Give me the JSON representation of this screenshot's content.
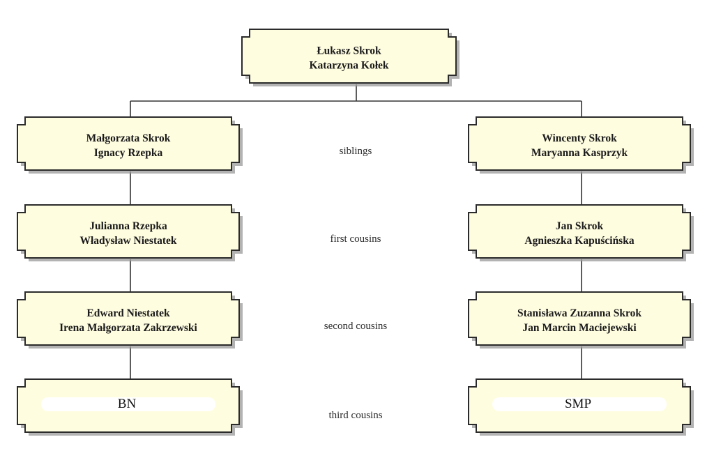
{
  "title": "Family relationship tree",
  "colors": {
    "box_fill": "#fffde0",
    "box_border": "#2b2b2b",
    "shadow": "#9a9a9a",
    "connector": "#333333"
  },
  "root": {
    "line1": "Łukasz Skrok",
    "line2": "Katarzyna Kołek"
  },
  "left_branch": [
    {
      "line1": "Małgorzata Skrok",
      "line2": "Ignacy Rzepka"
    },
    {
      "line1": "Julianna Rzepka",
      "line2": "Władysław Niestatek"
    },
    {
      "line1": "Edward Niestatek",
      "line2": "Irena Małgorzata Zakrzewski"
    },
    {
      "initials": "BN",
      "redacted": true
    }
  ],
  "right_branch": [
    {
      "line1": "Wincenty Skrok",
      "line2": "Maryanna Kasprzyk"
    },
    {
      "line1": "Jan Skrok",
      "line2": "Agnieszka Kapuścińska"
    },
    {
      "line1": "Stanisława Zuzanna Skrok",
      "line2": "Jan Marcin Maciejewski"
    },
    {
      "initials": "SMP",
      "redacted": true
    }
  ],
  "generation_labels": [
    "siblings",
    "first cousins",
    "second cousins",
    "third cousins"
  ]
}
